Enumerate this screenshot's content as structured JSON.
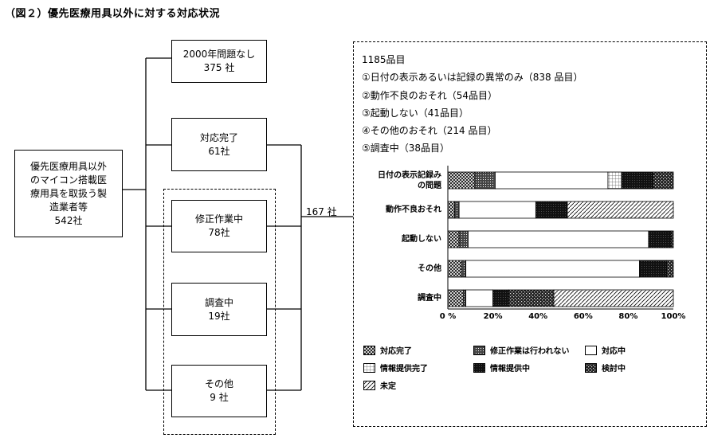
{
  "figure": {
    "title": "（図２）優先医療用具以外に対する対応状況"
  },
  "source_box": {
    "line1": "優先医療用具以外",
    "line2": "のマイコン搭載医",
    "line3": "療用具を取扱う製",
    "line4": "造業者等",
    "count": "542社"
  },
  "categories": [
    {
      "name": "2000年問題なし",
      "count": "375 社"
    },
    {
      "name": "対応完了",
      "count": "61社"
    },
    {
      "name": "修正作業中",
      "count": "78社"
    },
    {
      "name": "調査中",
      "count": "19社"
    },
    {
      "name": "その他",
      "count": "9 社"
    }
  ],
  "connector_label": "167 社",
  "details": {
    "total": "1185品目",
    "items": [
      "①日付の表示あるいは記録の異常のみ（838 品目）",
      "②動作不良のおそれ（54品目）",
      "③起動しない（41品目）",
      "④その他のおそれ（214 品目）",
      "⑤調査中（38品目）"
    ]
  },
  "chart_data": {
    "type": "bar",
    "orientation": "horizontal-stacked-100",
    "categories": [
      "日付の表示記録み\nの問題",
      "動作不良おそれ",
      "起動しない",
      "その他",
      "調査中"
    ],
    "category_lines": [
      [
        "日付の表示記録み",
        "の問題"
      ],
      [
        "動作不良おそれ"
      ],
      [
        "起動しない"
      ],
      [
        "その他"
      ],
      [
        "調査中"
      ]
    ],
    "series": [
      {
        "name": "対応完了",
        "color": "#ffffff",
        "pattern": "hatch-dense",
        "values": [
          12,
          3,
          5,
          6,
          7
        ]
      },
      {
        "name": "修正作業は行われない",
        "color": "#555555",
        "pattern": "dots-dark",
        "values": [
          9,
          2,
          4,
          2,
          1
        ]
      },
      {
        "name": "対応中",
        "color": "#ffffff",
        "pattern": "plain",
        "values": [
          50,
          34,
          80,
          77,
          12
        ]
      },
      {
        "name": "情報提供完了",
        "color": "#ffffff",
        "pattern": "grid-light",
        "values": [
          6,
          0,
          0,
          0,
          0
        ]
      },
      {
        "name": "情報提供中",
        "color": "#111111",
        "pattern": "solid-dark",
        "values": [
          14,
          14,
          10,
          12,
          7
        ]
      },
      {
        "name": "検討中",
        "color": "#444444",
        "pattern": "dots-mid",
        "values": [
          9,
          0,
          1,
          3,
          20
        ]
      },
      {
        "name": "未定",
        "color": "#ffffff",
        "pattern": "diag",
        "values": [
          0,
          47,
          0,
          0,
          53
        ]
      }
    ],
    "xticks": [
      "0 %",
      "20%",
      "40%",
      "60%",
      "80%",
      "100%"
    ],
    "xlim": [
      0,
      100
    ]
  },
  "legend": [
    {
      "label": "対応完了",
      "pattern": "hatch-dense"
    },
    {
      "label": "修正作業は行われない",
      "pattern": "dots-dark"
    },
    {
      "label": "対応中",
      "pattern": "plain"
    },
    {
      "label": "情報提供完了",
      "pattern": "grid-light"
    },
    {
      "label": "情報提供中",
      "pattern": "solid-dark"
    },
    {
      "label": "検討中",
      "pattern": "dots-mid"
    },
    {
      "label": "未定",
      "pattern": "diag"
    }
  ]
}
